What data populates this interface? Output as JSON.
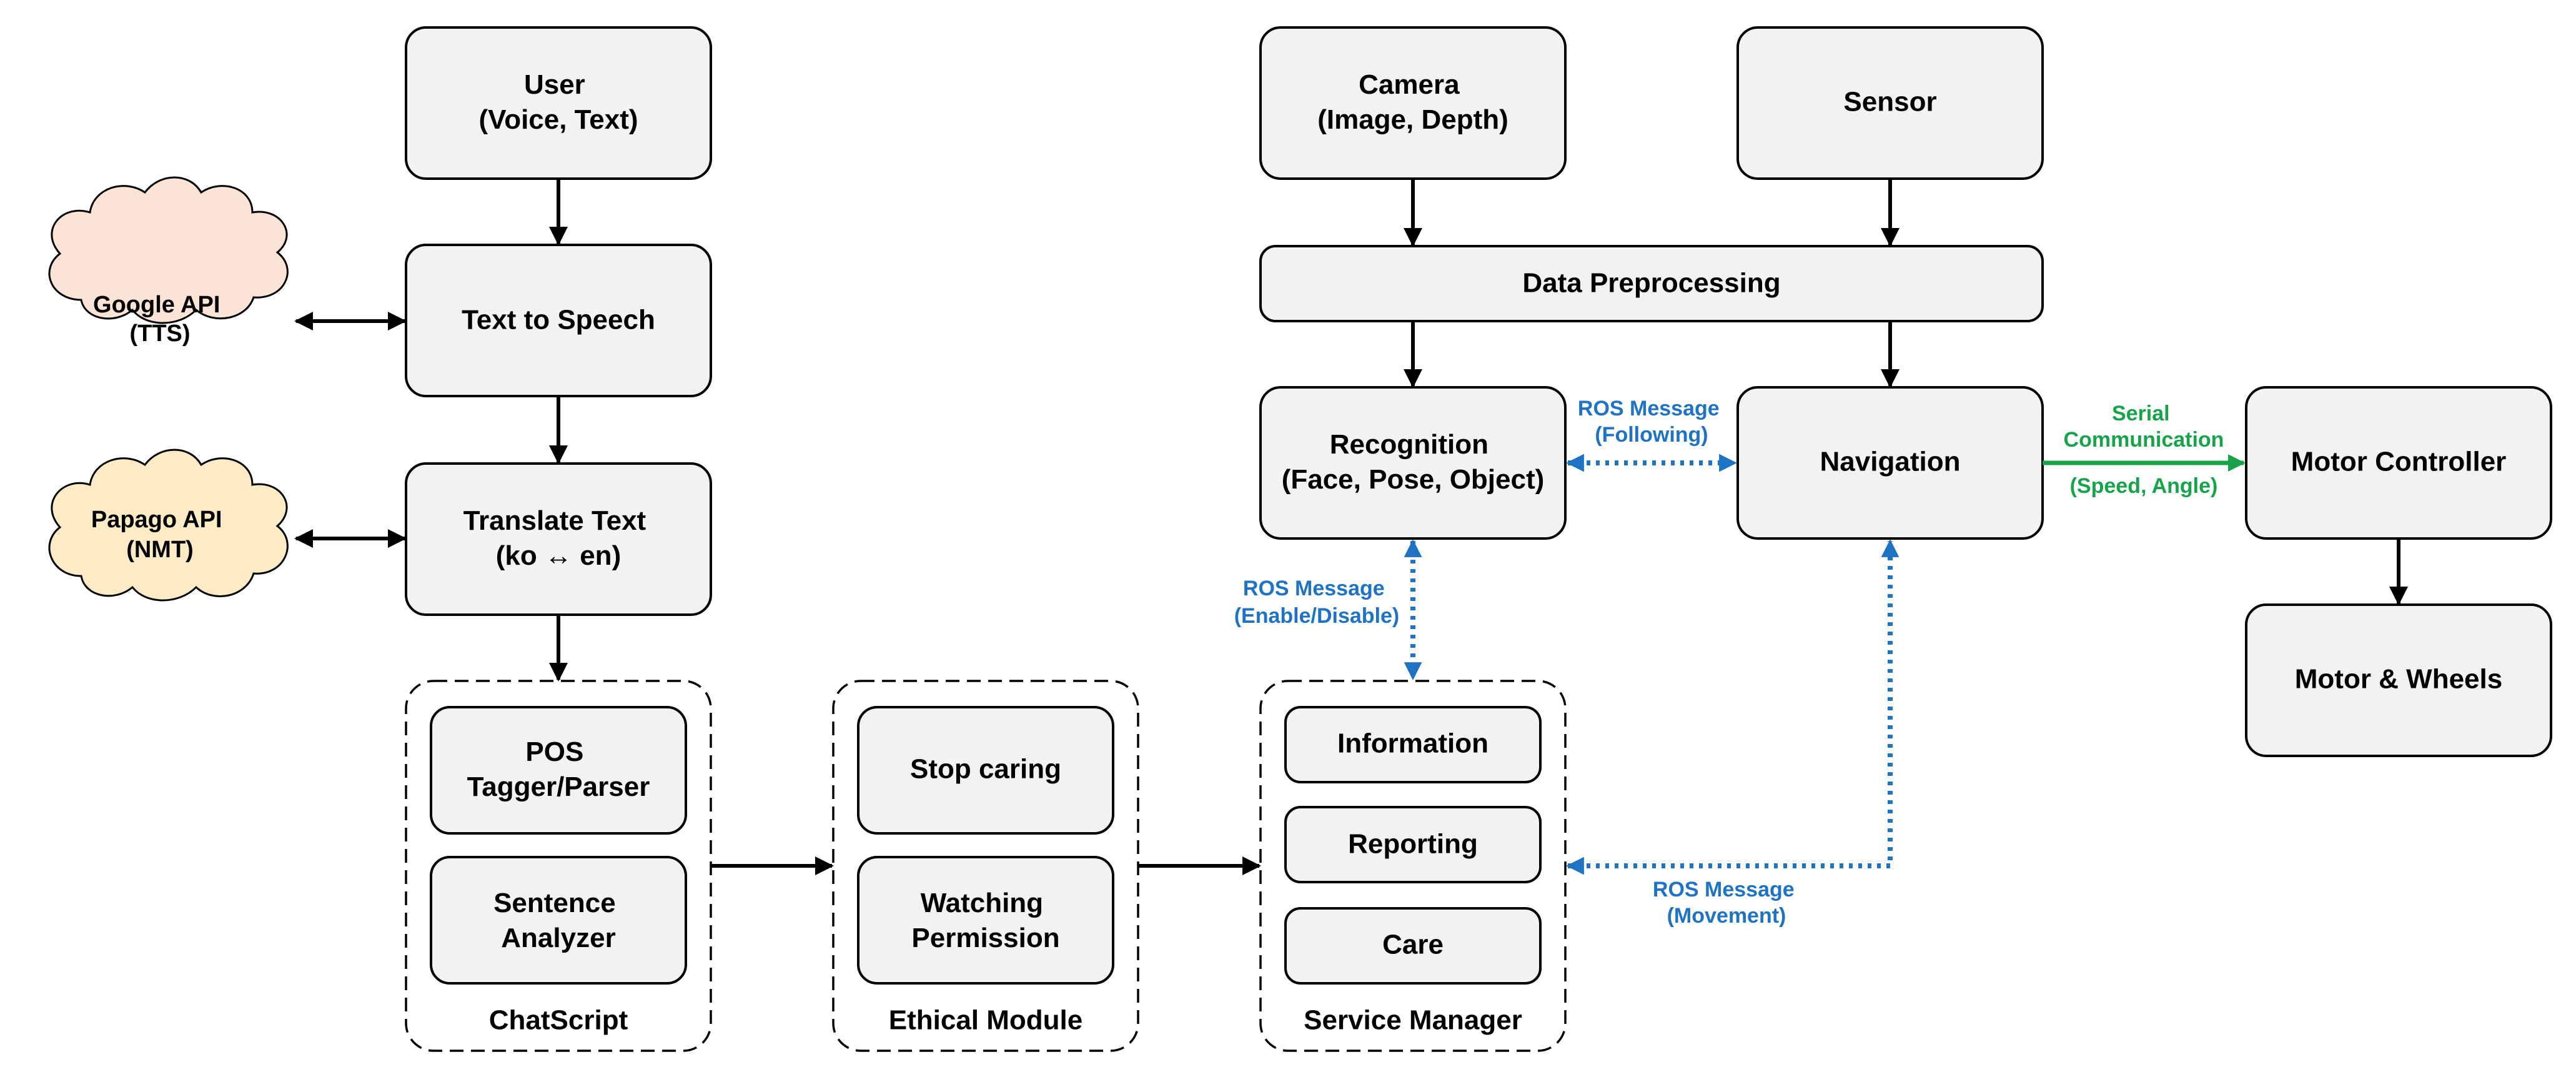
{
  "nodes": {
    "user": [
      "User",
      "(Voice, Text)"
    ],
    "tts": [
      "Text to Speech"
    ],
    "translate": [
      "Translate Text",
      "(ko ↔ en)"
    ],
    "pos": [
      "POS",
      "Tagger/Parser"
    ],
    "sentence": [
      "Sentence",
      "Analyzer"
    ],
    "stop_caring": [
      "Stop caring"
    ],
    "watching": [
      "Watching",
      "Permission"
    ],
    "information": [
      "Information"
    ],
    "reporting": [
      "Reporting"
    ],
    "care": [
      "Care"
    ],
    "camera": [
      "Camera",
      "(Image, Depth)"
    ],
    "sensor": [
      "Sensor"
    ],
    "preprocessing": [
      "Data Preprocessing"
    ],
    "recognition": [
      "Recognition",
      "(Face, Pose, Object)"
    ],
    "navigation": [
      "Navigation"
    ],
    "motor_controller": [
      "Motor Controller"
    ],
    "motor_wheels": [
      "Motor & Wheels"
    ]
  },
  "clouds": {
    "google": [
      "Google API",
      "(TTS)"
    ],
    "papago": [
      "Papago API",
      "(NMT)"
    ]
  },
  "groups": {
    "chatscript": "ChatScript",
    "ethical": "Ethical Module",
    "service": "Service Manager"
  },
  "edge_labels": {
    "ros_following": [
      "ROS Message",
      "(Following)"
    ],
    "ros_enable": [
      "ROS Message",
      "(Enable/Disable)"
    ],
    "ros_movement": [
      "ROS Message",
      "(Movement)"
    ],
    "serial": [
      "Serial",
      "Communication"
    ],
    "serial_values": "(Speed, Angle)"
  },
  "colors": {
    "box_fill": "#f2f2f2",
    "google_cloud": "#fbe3d6",
    "papago_cloud": "#fdebc5",
    "ros_message": "#1f73c4",
    "serial": "#17a34a"
  }
}
